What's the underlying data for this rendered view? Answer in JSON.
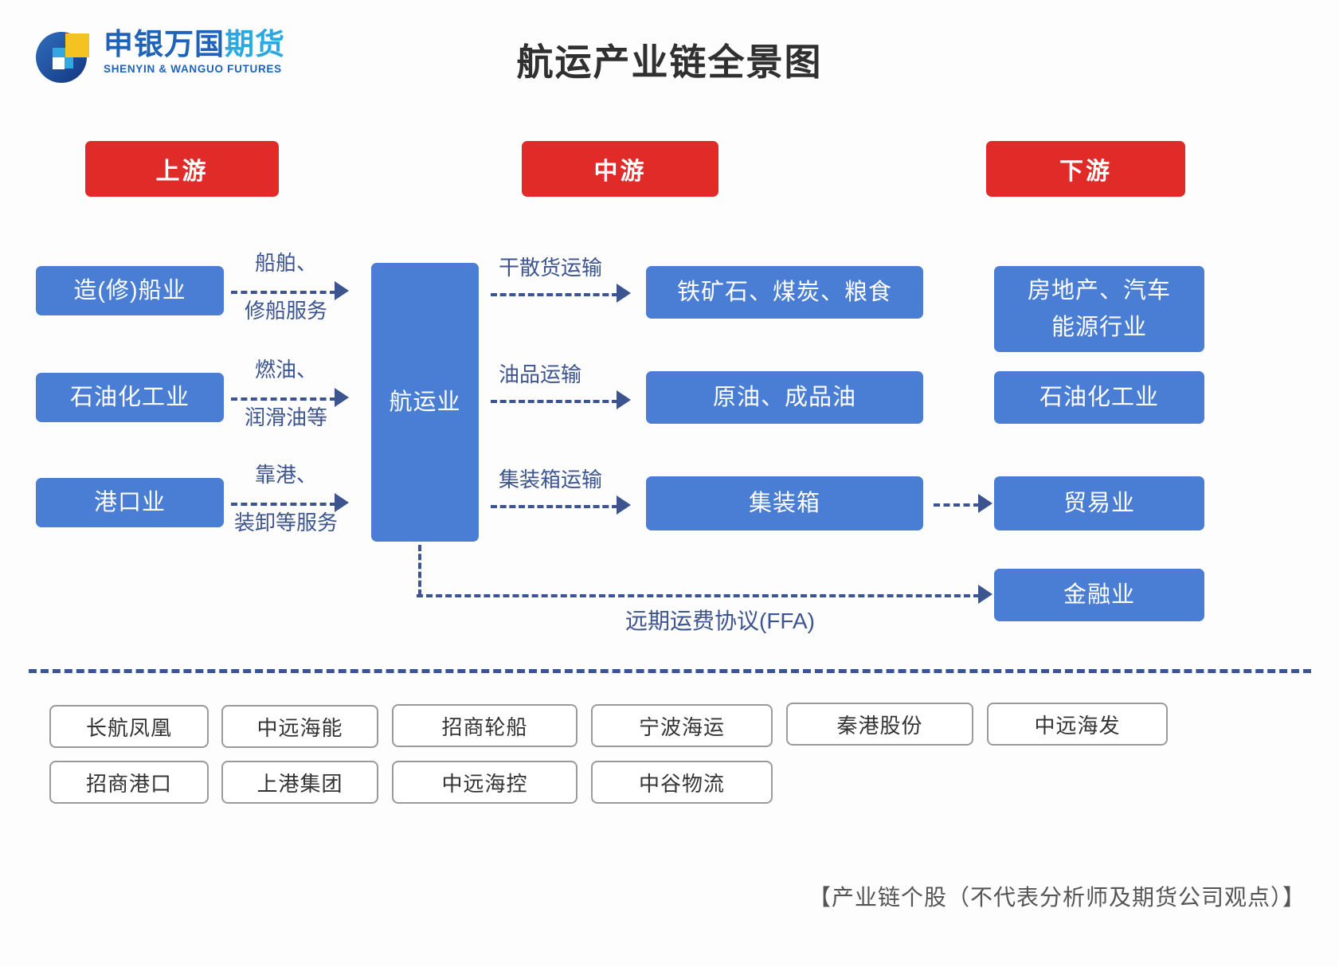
{
  "brand": {
    "cn_main": "申银万国",
    "cn_accent": "期货",
    "en": "SHENYIN & WANGUO FUTURES",
    "logo_icon": "logo-circle-square-mark",
    "colors": {
      "logo_blue": "#1f63b8",
      "logo_cyan": "#2aa9e0",
      "logo_yellow": "#f4c321"
    }
  },
  "title": "航运产业链全景图",
  "colors": {
    "stage_red": "#e02b28",
    "node_blue": "#4a7ed4",
    "arrow_blue": "#3c548f",
    "chip_border": "#9a9a9a"
  },
  "stages": [
    {
      "label": "上游"
    },
    {
      "label": "中游"
    },
    {
      "label": "下游"
    }
  ],
  "upstream": {
    "nodes": [
      {
        "label": "造(修)船业"
      },
      {
        "label": "石油化工业"
      },
      {
        "label": "港口业"
      }
    ],
    "flows": [
      {
        "top": "船舶、",
        "bottom": "修船服务"
      },
      {
        "top": "燃油、",
        "bottom": "润滑油等"
      },
      {
        "top": "靠港、",
        "bottom": "装卸等服务"
      }
    ]
  },
  "midstream": {
    "hub": {
      "label": "航运业"
    },
    "flows": [
      {
        "label": "干散货运输"
      },
      {
        "label": "油品运输"
      },
      {
        "label": "集装箱运输"
      }
    ],
    "cargo": [
      {
        "label": "铁矿石、煤炭、粮食"
      },
      {
        "label": "原油、成品油"
      },
      {
        "label": "集装箱"
      }
    ]
  },
  "downstream": {
    "nodes": [
      {
        "label": "房地产、汽车\n能源行业",
        "line1": "房地产、汽车",
        "line2": "能源行业"
      },
      {
        "label": "石油化工业"
      },
      {
        "label": "贸易业"
      },
      {
        "label": "金融业"
      }
    ]
  },
  "ffa": {
    "label": "远期运费协议(FFA)"
  },
  "stocks": {
    "row1": [
      "长航凤凰",
      "中远海能",
      "招商轮船",
      "宁波海运",
      "秦港股份",
      "中远海发"
    ],
    "row2": [
      "招商港口",
      "上港集团",
      "中远海控",
      "中谷物流"
    ]
  },
  "footnote": "【产业链个股（不代表分析师及期货公司观点）】"
}
